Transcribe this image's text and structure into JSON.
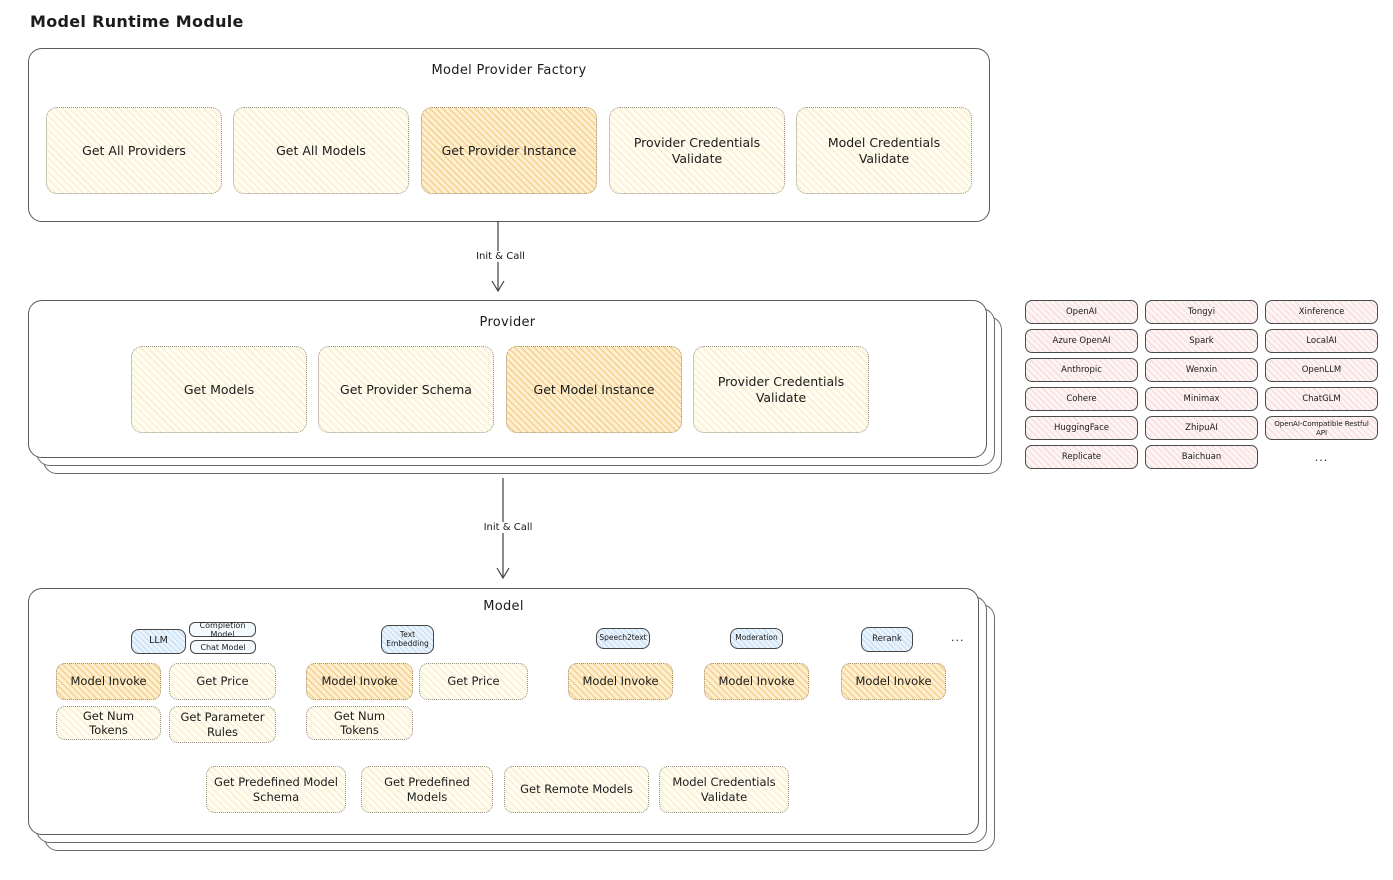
{
  "diagram_title": "Model Runtime Module",
  "colors": {
    "yellow_fill": "#fffdf2",
    "orange_highlight_fill": "#fdeec6",
    "pink_fill": "#fdf4f4",
    "blue_fill": "#eaf4fc",
    "line": "#3f3f3f"
  },
  "arrows": {
    "factory_to_provider": "Init & Call",
    "provider_to_model": "Init & Call"
  },
  "factory": {
    "title": "Model Provider Factory",
    "boxes": [
      {
        "label": "Get All Providers",
        "highlight": false
      },
      {
        "label": "Get All Models",
        "highlight": false
      },
      {
        "label": "Get Provider Instance",
        "highlight": true
      },
      {
        "label": "Provider Credentials Validate",
        "highlight": false
      },
      {
        "label": "Model Credentials Validate",
        "highlight": false
      }
    ]
  },
  "provider": {
    "title": "Provider",
    "boxes": [
      {
        "label": "Get Models",
        "highlight": false
      },
      {
        "label": "Get Provider Schema",
        "highlight": false
      },
      {
        "label": "Get Model Instance",
        "highlight": true
      },
      {
        "label": "Provider Credentials Validate",
        "highlight": false
      }
    ]
  },
  "provider_list": {
    "items": [
      "OpenAI",
      "Tongyi",
      "Xinference",
      "Azure OpenAI",
      "Spark",
      "LocalAI",
      "Anthropic",
      "Wenxin",
      "OpenLLM",
      "Cohere",
      "Minimax",
      "ChatGLM",
      "HuggingFace",
      "ZhipuAI",
      "OpenAI-Compatible Restful API",
      "Replicate",
      "Baichuan"
    ],
    "more_label": "..."
  },
  "model": {
    "title": "Model",
    "model_types": [
      {
        "label": "LLM"
      },
      {
        "label": "Completion Model"
      },
      {
        "label": "Chat Model"
      },
      {
        "label": "Text Embedding"
      },
      {
        "label": "Speech2text"
      },
      {
        "label": "Moderation"
      },
      {
        "label": "Rerank"
      }
    ],
    "more_label": "...",
    "operations": [
      {
        "label": "Model Invoke",
        "highlight": true
      },
      {
        "label": "Get Price",
        "highlight": false
      },
      {
        "label": "Get Num Tokens",
        "highlight": false
      },
      {
        "label": "Get Parameter Rules",
        "highlight": false
      },
      {
        "label": "Model Invoke",
        "highlight": true
      },
      {
        "label": "Get Price",
        "highlight": false
      },
      {
        "label": "Get Num Tokens",
        "highlight": false
      },
      {
        "label": "Model Invoke",
        "highlight": true
      },
      {
        "label": "Model Invoke",
        "highlight": true
      },
      {
        "label": "Model Invoke",
        "highlight": true
      }
    ],
    "shared_operations": [
      {
        "label": "Get Predefined Model Schema"
      },
      {
        "label": "Get Predefined Models"
      },
      {
        "label": "Get Remote Models"
      },
      {
        "label": "Model Credentials Validate"
      }
    ]
  }
}
